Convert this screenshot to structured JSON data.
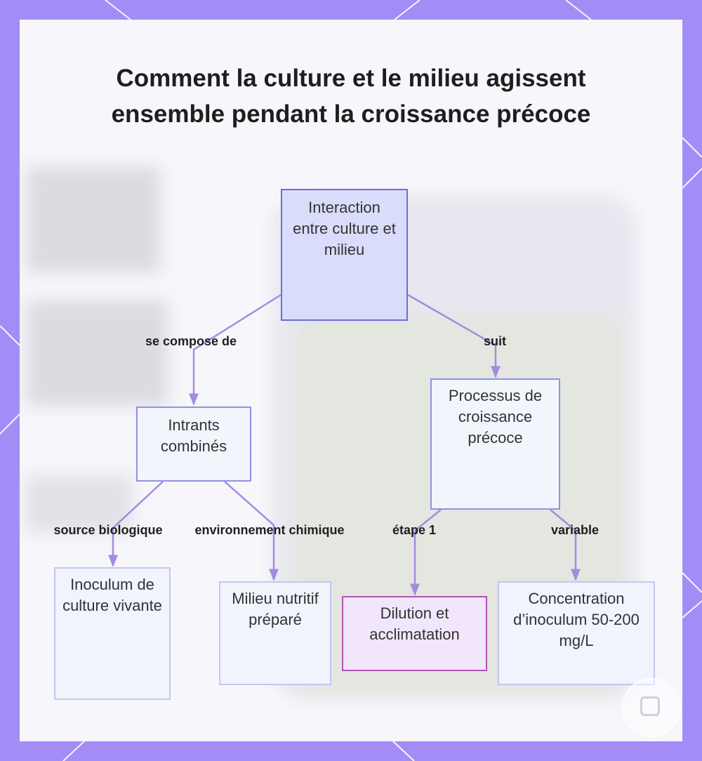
{
  "title": "Comment la culture et le milieu agissent ensemble pendant la croissance précoce",
  "nodes": {
    "root": "Interaction entre culture et milieu",
    "intrants": "Intrants combinés",
    "processus": "Processus de croissance précoce",
    "inoculum": "Inoculum de culture vivante",
    "milieu": "Milieu nutritif préparé",
    "dilution": "Dilution et acclimatation",
    "concentration": "Concentration d’inoculum 50-200 mg/L"
  },
  "edges": {
    "compose": "se compose de",
    "suit": "suit",
    "source": "source biologique",
    "environnement": "environnement chimique",
    "etape": "étape 1",
    "variable": "variable"
  },
  "colors": {
    "frame": "#a38cf5",
    "panel": "#f7f6fb",
    "edge": "#a48be0",
    "root_fill": "#dadcfb",
    "root_border": "#6a6fd6",
    "accent_fill": "#f1e6fb",
    "accent_border": "#b153b8"
  },
  "icons": [
    "watermark-badge-icon"
  ]
}
